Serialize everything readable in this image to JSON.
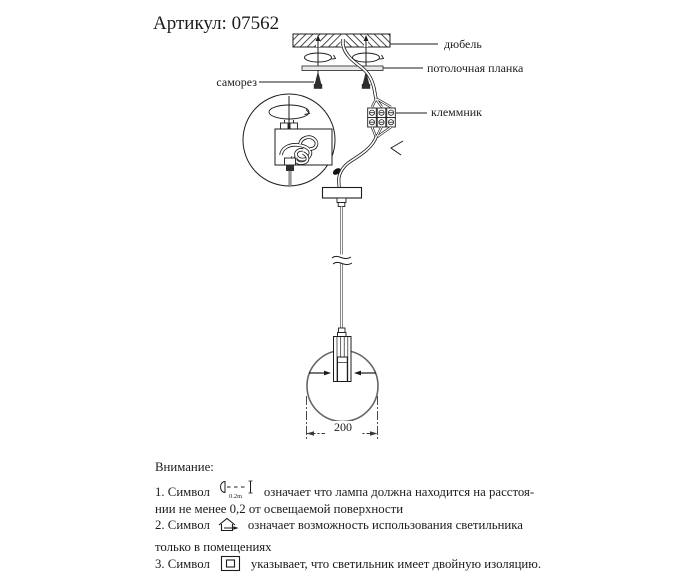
{
  "title": "Артикул: 07562",
  "diagram": {
    "labels": {
      "dowel": "дюбель",
      "ceiling_plate": "потолочная планка",
      "screw": "саморез",
      "terminal": "клеммник"
    },
    "dimension_label": "200"
  },
  "notes": {
    "heading": "Внимание:",
    "items": [
      {
        "prefix": "1. Символ",
        "icon": "min-distance-icon",
        "icon_label": "0.2m",
        "suffix": "означает что лампа должна находится на расстоя-",
        "line2": "нии не менее 0,2 от освещаемой поверхности"
      },
      {
        "prefix": "2. Символ",
        "icon": "indoor-only-icon",
        "suffix": "означает возможность использования светильника",
        "line2": "только в помещениях"
      },
      {
        "prefix": "3. Символ",
        "icon": "double-insulation-icon",
        "suffix": "указывает, что светильник имеет двойную изоляцию."
      }
    ]
  }
}
